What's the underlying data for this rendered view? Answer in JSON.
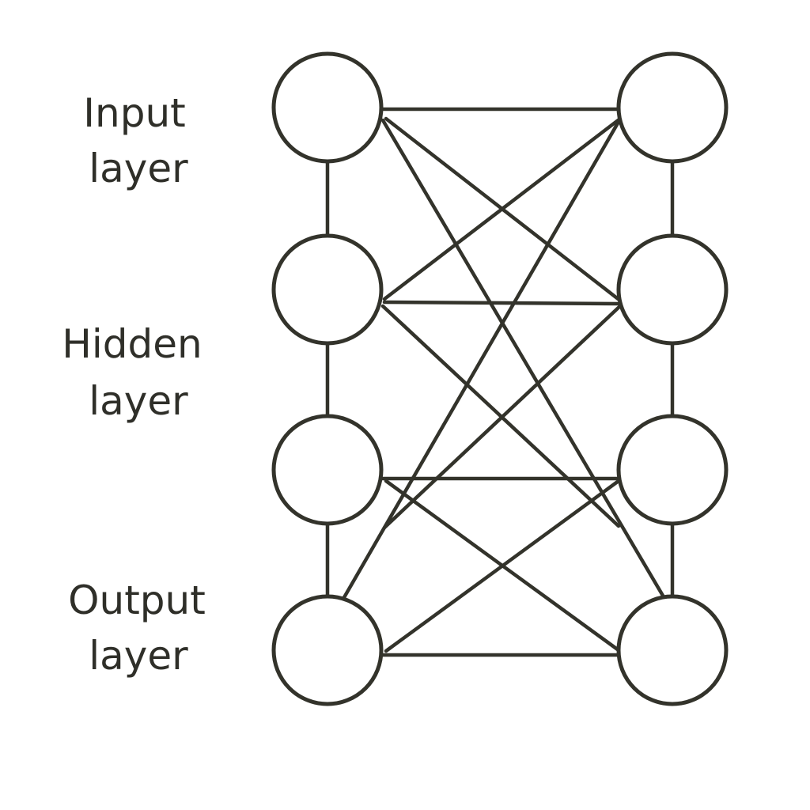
{
  "labels": {
    "input": [
      "Input",
      "layer"
    ],
    "hidden": [
      "Hidden",
      "layer"
    ],
    "output": [
      "Output",
      "layer"
    ]
  },
  "colors": {
    "stroke": "#33332b",
    "text": "#2f2f29",
    "background": "#ffffff"
  },
  "diagram": {
    "columns": 2,
    "rows": 4,
    "edges": [
      [
        "L1",
        "R1"
      ],
      [
        "L1",
        "R2"
      ],
      [
        "L1",
        "R4"
      ],
      [
        "R1",
        "L2"
      ],
      [
        "R1",
        "L4"
      ],
      [
        "L2",
        "R2"
      ],
      [
        "L2",
        "R3"
      ],
      [
        "R2",
        "L3"
      ],
      [
        "L3",
        "R3"
      ],
      [
        "L3",
        "R4"
      ],
      [
        "R3",
        "L4"
      ],
      [
        "L4",
        "R4"
      ],
      [
        "L1",
        "L2"
      ],
      [
        "L2",
        "L3"
      ],
      [
        "L3",
        "L4"
      ],
      [
        "R1",
        "R2"
      ],
      [
        "R2",
        "R3"
      ],
      [
        "R3",
        "R4"
      ]
    ]
  }
}
